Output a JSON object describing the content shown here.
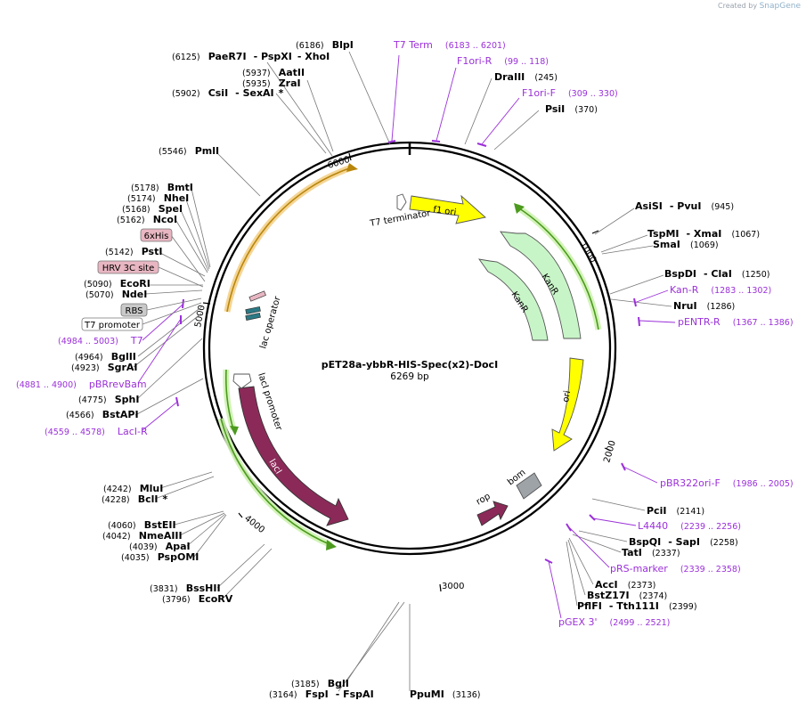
{
  "credit": {
    "prefix": "Created by",
    "brand": "SnapGene"
  },
  "plasmid": {
    "name": "pET28a-ybbR-HIS-Spec(x2)-DocI",
    "size": "6269 bp",
    "length": 6269
  },
  "ticks": [
    "1000",
    "2000",
    "3000",
    "4000",
    "5000",
    "6000"
  ],
  "enzymes_left": [
    {
      "pos": "(6125)",
      "name": "PaeR7I",
      "extra": "- PspXI",
      "extra2": "- XhoI"
    },
    {
      "pos": "(6186)",
      "name": "BlpI"
    },
    {
      "pos": "(5937)",
      "name": "AatII"
    },
    {
      "pos": "(5935)",
      "name": "ZraI"
    },
    {
      "pos": "(5902)",
      "name": "CsiI",
      "extra": "- SexAI",
      "star": "*"
    },
    {
      "pos": "(5546)",
      "name": "PmlI"
    },
    {
      "pos": "(5178)",
      "name": "BmtI"
    },
    {
      "pos": "(5174)",
      "name": "NheI"
    },
    {
      "pos": "(5168)",
      "name": "SpeI"
    },
    {
      "pos": "(5162)",
      "name": "NcoI"
    },
    {
      "pos": "(5142)",
      "name": "PstI"
    },
    {
      "pos": "(5090)",
      "name": "EcoRI"
    },
    {
      "pos": "(5070)",
      "name": "NdeI"
    },
    {
      "pos": "(4964)",
      "name": "BglII"
    },
    {
      "pos": "(4923)",
      "name": "SgrAI"
    },
    {
      "pos": "(4775)",
      "name": "SphI"
    },
    {
      "pos": "(4566)",
      "name": "BstAPI"
    },
    {
      "pos": "(4242)",
      "name": "MluI"
    },
    {
      "pos": "(4228)",
      "name": "BclI",
      "star": "*"
    },
    {
      "pos": "(4060)",
      "name": "BstEII"
    },
    {
      "pos": "(4042)",
      "name": "NmeAIII"
    },
    {
      "pos": "(4039)",
      "name": "ApaI"
    },
    {
      "pos": "(4035)",
      "name": "PspOMI"
    },
    {
      "pos": "(3831)",
      "name": "BssHII"
    },
    {
      "pos": "(3796)",
      "name": "EcoRV"
    },
    {
      "pos": "(3185)",
      "name": "BglI"
    },
    {
      "pos": "(3164)",
      "name": "FspI",
      "extra": "- FspAI"
    }
  ],
  "enzymes_right": [
    {
      "name": "PpuMI",
      "pos": "(3136)"
    },
    {
      "name": "DraIII",
      "pos": "(245)"
    },
    {
      "name": "PsiI",
      "pos": "(370)"
    },
    {
      "name": "AsiSI",
      "extra": "- PvuI",
      "pos": "(945)"
    },
    {
      "name": "TspMI",
      "extra": "- XmaI",
      "pos": "(1067)"
    },
    {
      "name": "SmaI",
      "pos": "(1069)"
    },
    {
      "name": "BspDI",
      "extra": "- ClaI",
      "pos": "(1250)"
    },
    {
      "name": "NruI",
      "pos": "(1286)"
    },
    {
      "name": "PciI",
      "pos": "(2141)"
    },
    {
      "name": "BspQI",
      "extra": "- SapI",
      "pos": "(2258)"
    },
    {
      "name": "TatI",
      "pos": "(2337)"
    },
    {
      "name": "AccI",
      "pos": "(2373)"
    },
    {
      "name": "BstZ17I",
      "pos": "(2374)"
    },
    {
      "name": "PflFI",
      "extra": "- Tth111I",
      "pos": "(2399)"
    }
  ],
  "primers": [
    {
      "name": "T7 Term",
      "pos": "(6183 .. 6201)"
    },
    {
      "name": "F1ori-R",
      "pos": "(99 .. 118)"
    },
    {
      "name": "F1ori-F",
      "pos": "(309 .. 330)"
    },
    {
      "name": "Kan-R",
      "pos": "(1283 .. 1302)"
    },
    {
      "name": "pENTR-R",
      "pos": "(1367 .. 1386)"
    },
    {
      "name": "pBR322ori-F",
      "pos": "(1986 .. 2005)"
    },
    {
      "name": "L4440",
      "pos": "(2239 .. 2256)"
    },
    {
      "name": "pRS-marker",
      "pos": "(2339 .. 2358)"
    },
    {
      "name": "pGEX 3'",
      "pos": "(2499 .. 2521)"
    },
    {
      "name": "T7",
      "pos": "(4984 .. 5003)"
    },
    {
      "name": "pBRrevBam",
      "pos": "(4881 .. 4900)"
    },
    {
      "name": "LacI-R",
      "pos": "(4559 .. 4578)"
    }
  ],
  "feature_tags": [
    {
      "name": "6xHis",
      "color": "#e8b6c2"
    },
    {
      "name": "HRV 3C site",
      "color": "#e8b6c2"
    },
    {
      "name": "RBS",
      "color": "#c9c9c9"
    },
    {
      "name": "T7 promoter",
      "color": "#ffffff"
    }
  ],
  "features": [
    {
      "name": "f1 ori",
      "color": "#ffff00"
    },
    {
      "name": "KanR",
      "color": "#c8f5c8"
    },
    {
      "name": "KanR",
      "color": "#c8f5c8"
    },
    {
      "name": "ori",
      "color": "#ffff00"
    },
    {
      "name": "bom",
      "color": "#9ea3a8"
    },
    {
      "name": "rop",
      "color": "#8b2a58"
    },
    {
      "name": "lacI",
      "color": "#8b2a58"
    },
    {
      "name": "lacI promoter",
      "color": "#ffffff"
    },
    {
      "name": "lac operator",
      "color": "#ffffff"
    },
    {
      "name": "T7 terminator",
      "color": "#ffffff"
    }
  ],
  "colors": {
    "primer": "#9b30d9",
    "backbone": "#000000",
    "lacI": "#8b2a58",
    "ori": "#ffff00",
    "kanR": "#c8f5c8",
    "orf_outline": "#b8860b"
  }
}
